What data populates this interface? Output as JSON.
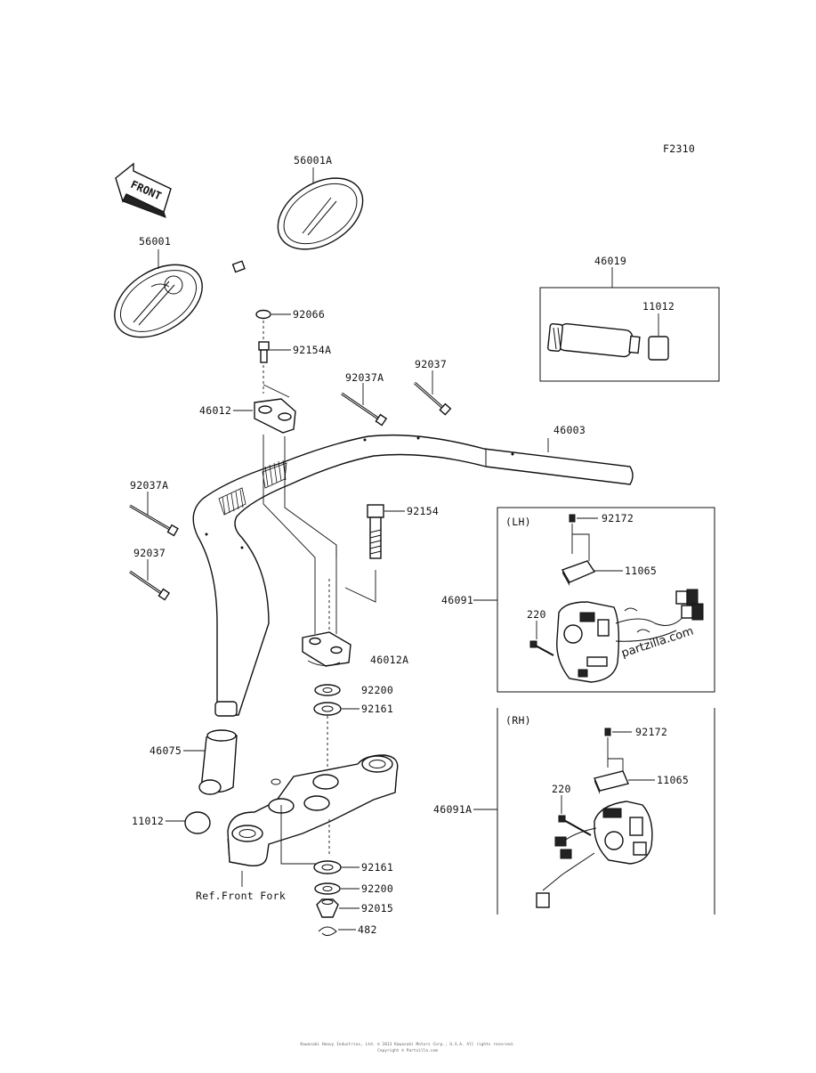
{
  "diagram": {
    "figure_code": "F2310",
    "front_arrow_label": "FRONT",
    "watermark": "partzilla.com",
    "footer_line1": "Kawasaki Heavy Industries, Ltd. © 2013 Kawasaki Motors Corp., U.S.A. All rights reserved.",
    "footer_line2": "Copyright © Partzilla.com",
    "parts": {
      "p56001A": "56001A",
      "p56001": "56001",
      "p92066": "92066",
      "p92154A": "92154A",
      "p46012": "46012",
      "p92037A_top": "92037A",
      "p92037_top": "92037",
      "p46019": "46019",
      "p11012_top": "11012",
      "p46003": "46003",
      "p92037A_left": "92037A",
      "p92037_left": "92037",
      "p92154": "92154",
      "p46012A": "46012A",
      "p92200_top": "92200",
      "p92161_top": "92161",
      "p46075": "46075",
      "p11012_bottom": "11012",
      "p92161_bottom": "92161",
      "p92200_bottom": "92200",
      "p92015": "92015",
      "p482": "482",
      "ref_front_fork": "Ref.Front Fork",
      "lh_caption": "(LH)",
      "p92172_lh": "92172",
      "p11065_lh": "11065",
      "p46091": "46091",
      "p220_lh": "220",
      "rh_caption": "(RH)",
      "p92172_rh": "92172",
      "p11065_rh": "11065",
      "p46091A": "46091A",
      "p220_rh": "220"
    }
  }
}
